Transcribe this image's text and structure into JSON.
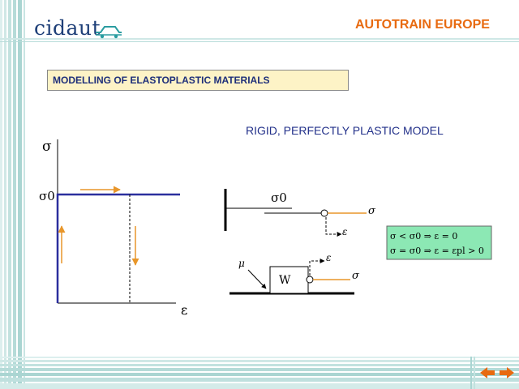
{
  "header": {
    "logo_text": "cidaut",
    "brand_text": "AUTOTRAIN EUROPE"
  },
  "slide": {
    "title": "MODELLING OF ELASTOPLASTIC MATERIALS",
    "model_title": "RIGID, PERFECTLY PLASTIC MODEL"
  },
  "graph": {
    "y_axis_label": "σ",
    "sigma0_label": "σ0",
    "x_axis_label": "ε"
  },
  "mechanism": {
    "sigma0_label": "σ0",
    "sigma_label": "σ",
    "epsilon_label": "ε",
    "mu_label": "μ",
    "weight_label": "W",
    "epsilon_label_2": "ε",
    "sigma_label_2": "σ"
  },
  "conditions": {
    "line1": "σ < σ0 ⇒ ε = 0",
    "line2": "σ = σ0 ⇒ ε = εpl > 0"
  },
  "nav": {
    "back_icon": "arrow-left-icon",
    "forward_icon": "arrow-right-icon"
  },
  "colors": {
    "accent_orange": "#e86a10",
    "curve_blue": "#2b2f9e",
    "box_yellow": "#fdf3c6",
    "box_green": "#8ce8b4",
    "stripe_teal": "#bfe0de"
  }
}
